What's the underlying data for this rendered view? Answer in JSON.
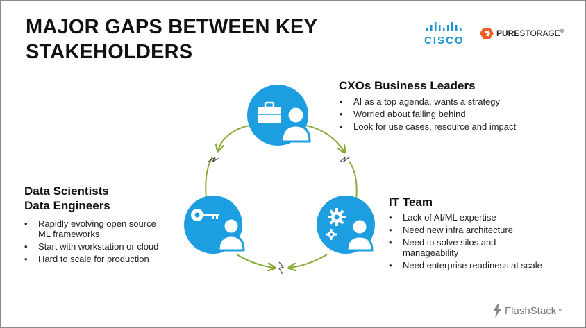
{
  "title": {
    "line1": "MAJOR GAPS BETWEEN KEY",
    "line2": "STAKEHOLDERS"
  },
  "logos": {
    "cisco": "CISCO",
    "pure_bold": "PURE",
    "pure_rest": "STORAGE",
    "pure_mark": "®"
  },
  "cxo": {
    "heading": "CXOs Business Leaders",
    "bullets": [
      "AI as a top agenda, wants a strategy",
      "Worried about falling behind",
      "Look for use cases, resource and impact"
    ]
  },
  "data": {
    "heading_line1": "Data Scientists",
    "heading_line2": "Data Engineers",
    "bullets": [
      "Rapidly evolving open source ML frameworks",
      "Start with workstation or cloud",
      "Hard to scale for production"
    ]
  },
  "it": {
    "heading": "IT Team",
    "bullets": [
      "Lack of AI/ML expertise",
      "Need new infra architecture",
      "Need to solve silos and manageability",
      "Need enterprise readiness at scale"
    ]
  },
  "footer": {
    "brand": "FlashStack",
    "mark": "™"
  },
  "icons": {
    "cxo": "briefcase-person-icon",
    "data": "key-person-icon",
    "it": "gears-person-icon",
    "conflict": "lightning-icon"
  },
  "colors": {
    "circle": "#1d9ee0",
    "arrow": "#8bab3a"
  }
}
